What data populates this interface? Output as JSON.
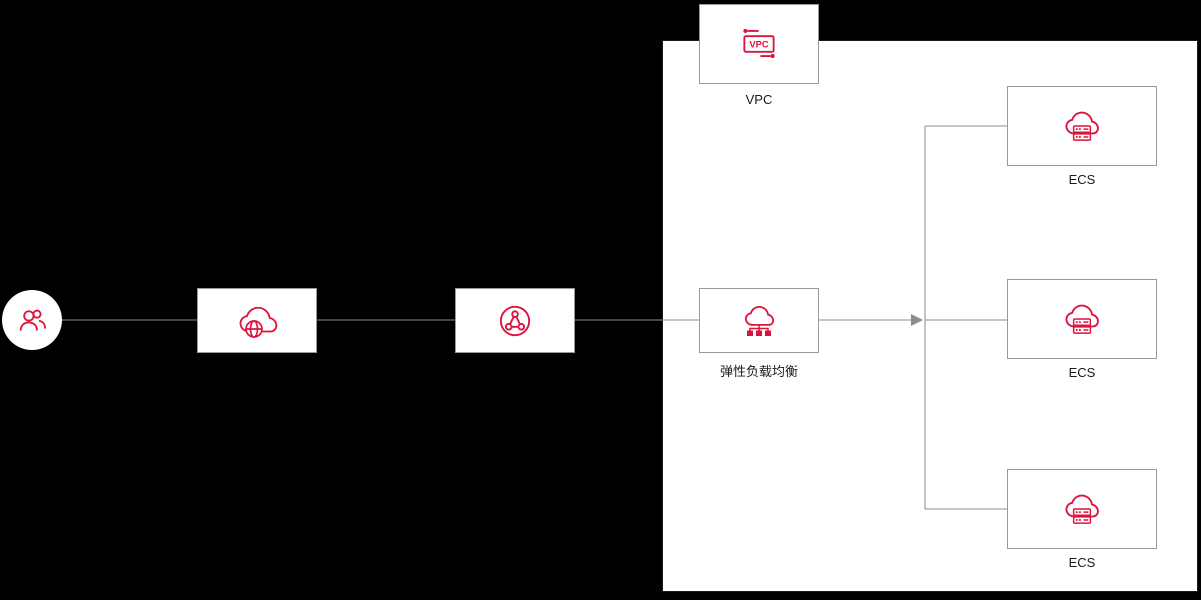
{
  "diagram": {
    "colors": {
      "accent": "#dc143c",
      "line": "#8c8c8c",
      "canvas_bg": "#000000",
      "node_bg": "#ffffff",
      "region_border": "#1a1a1a",
      "node_border": "#999999",
      "label_color": "#1a1a1a"
    },
    "nodes": {
      "user": {
        "icon": "users-icon"
      },
      "cloud_globe": {
        "icon": "cloud-globe-icon"
      },
      "network": {
        "icon": "network-circle-icon"
      },
      "vpc": {
        "label": "VPC",
        "icon": "vpc-icon",
        "icon_text": "VPC"
      },
      "elb": {
        "label": "弹性负载均衡",
        "icon": "load-balancer-icon"
      },
      "ecs1": {
        "label": "ECS",
        "icon": "ecs-icon"
      },
      "ecs2": {
        "label": "ECS",
        "icon": "ecs-icon"
      },
      "ecs3": {
        "label": "ECS",
        "icon": "ecs-icon"
      }
    }
  }
}
